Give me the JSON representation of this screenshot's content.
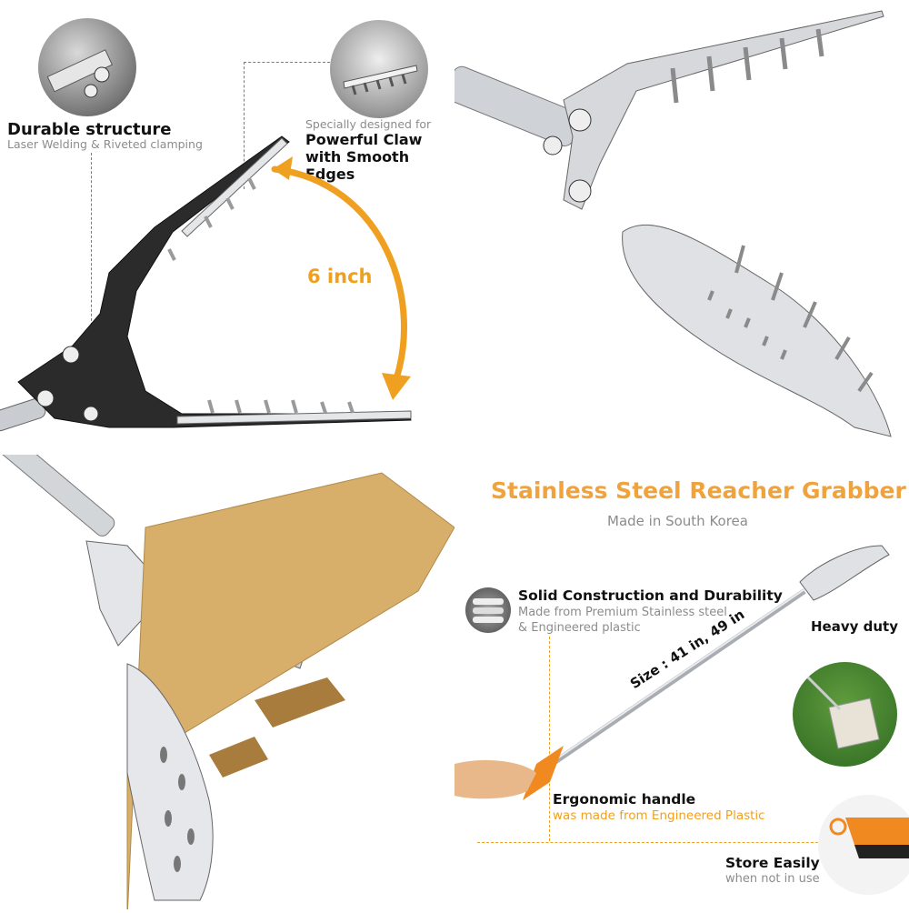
{
  "top_left": {
    "durable_title": "Durable structure",
    "durable_sub": "Laser Welding & Riveted clamping",
    "claw_pre": "Specially designed for",
    "claw_line1": "Powerful Claw",
    "claw_line2": "with Smooth Edges",
    "span_label": "6 inch"
  },
  "bottom_right": {
    "heading": "Stainless Steel Reacher Grabber",
    "made_in": "Made in South Korea",
    "solid_title": "Solid Construction and Durability",
    "solid_sub1": "Made from Premium Stainless steel",
    "solid_sub2": "& Engineered plastic",
    "heavy": "Heavy duty",
    "size": "Size : 41 in, 49 in",
    "ergo_title": "Ergonomic handle",
    "ergo_sub": "was made from Engineered Plastic",
    "store_title": "Store Easily",
    "store_sub": "when not in use"
  },
  "colors": {
    "accent": "#f0a020",
    "heading_orange": "#f0a33c",
    "steel": "#c9ccd0",
    "brick": "#d7ae6a"
  }
}
